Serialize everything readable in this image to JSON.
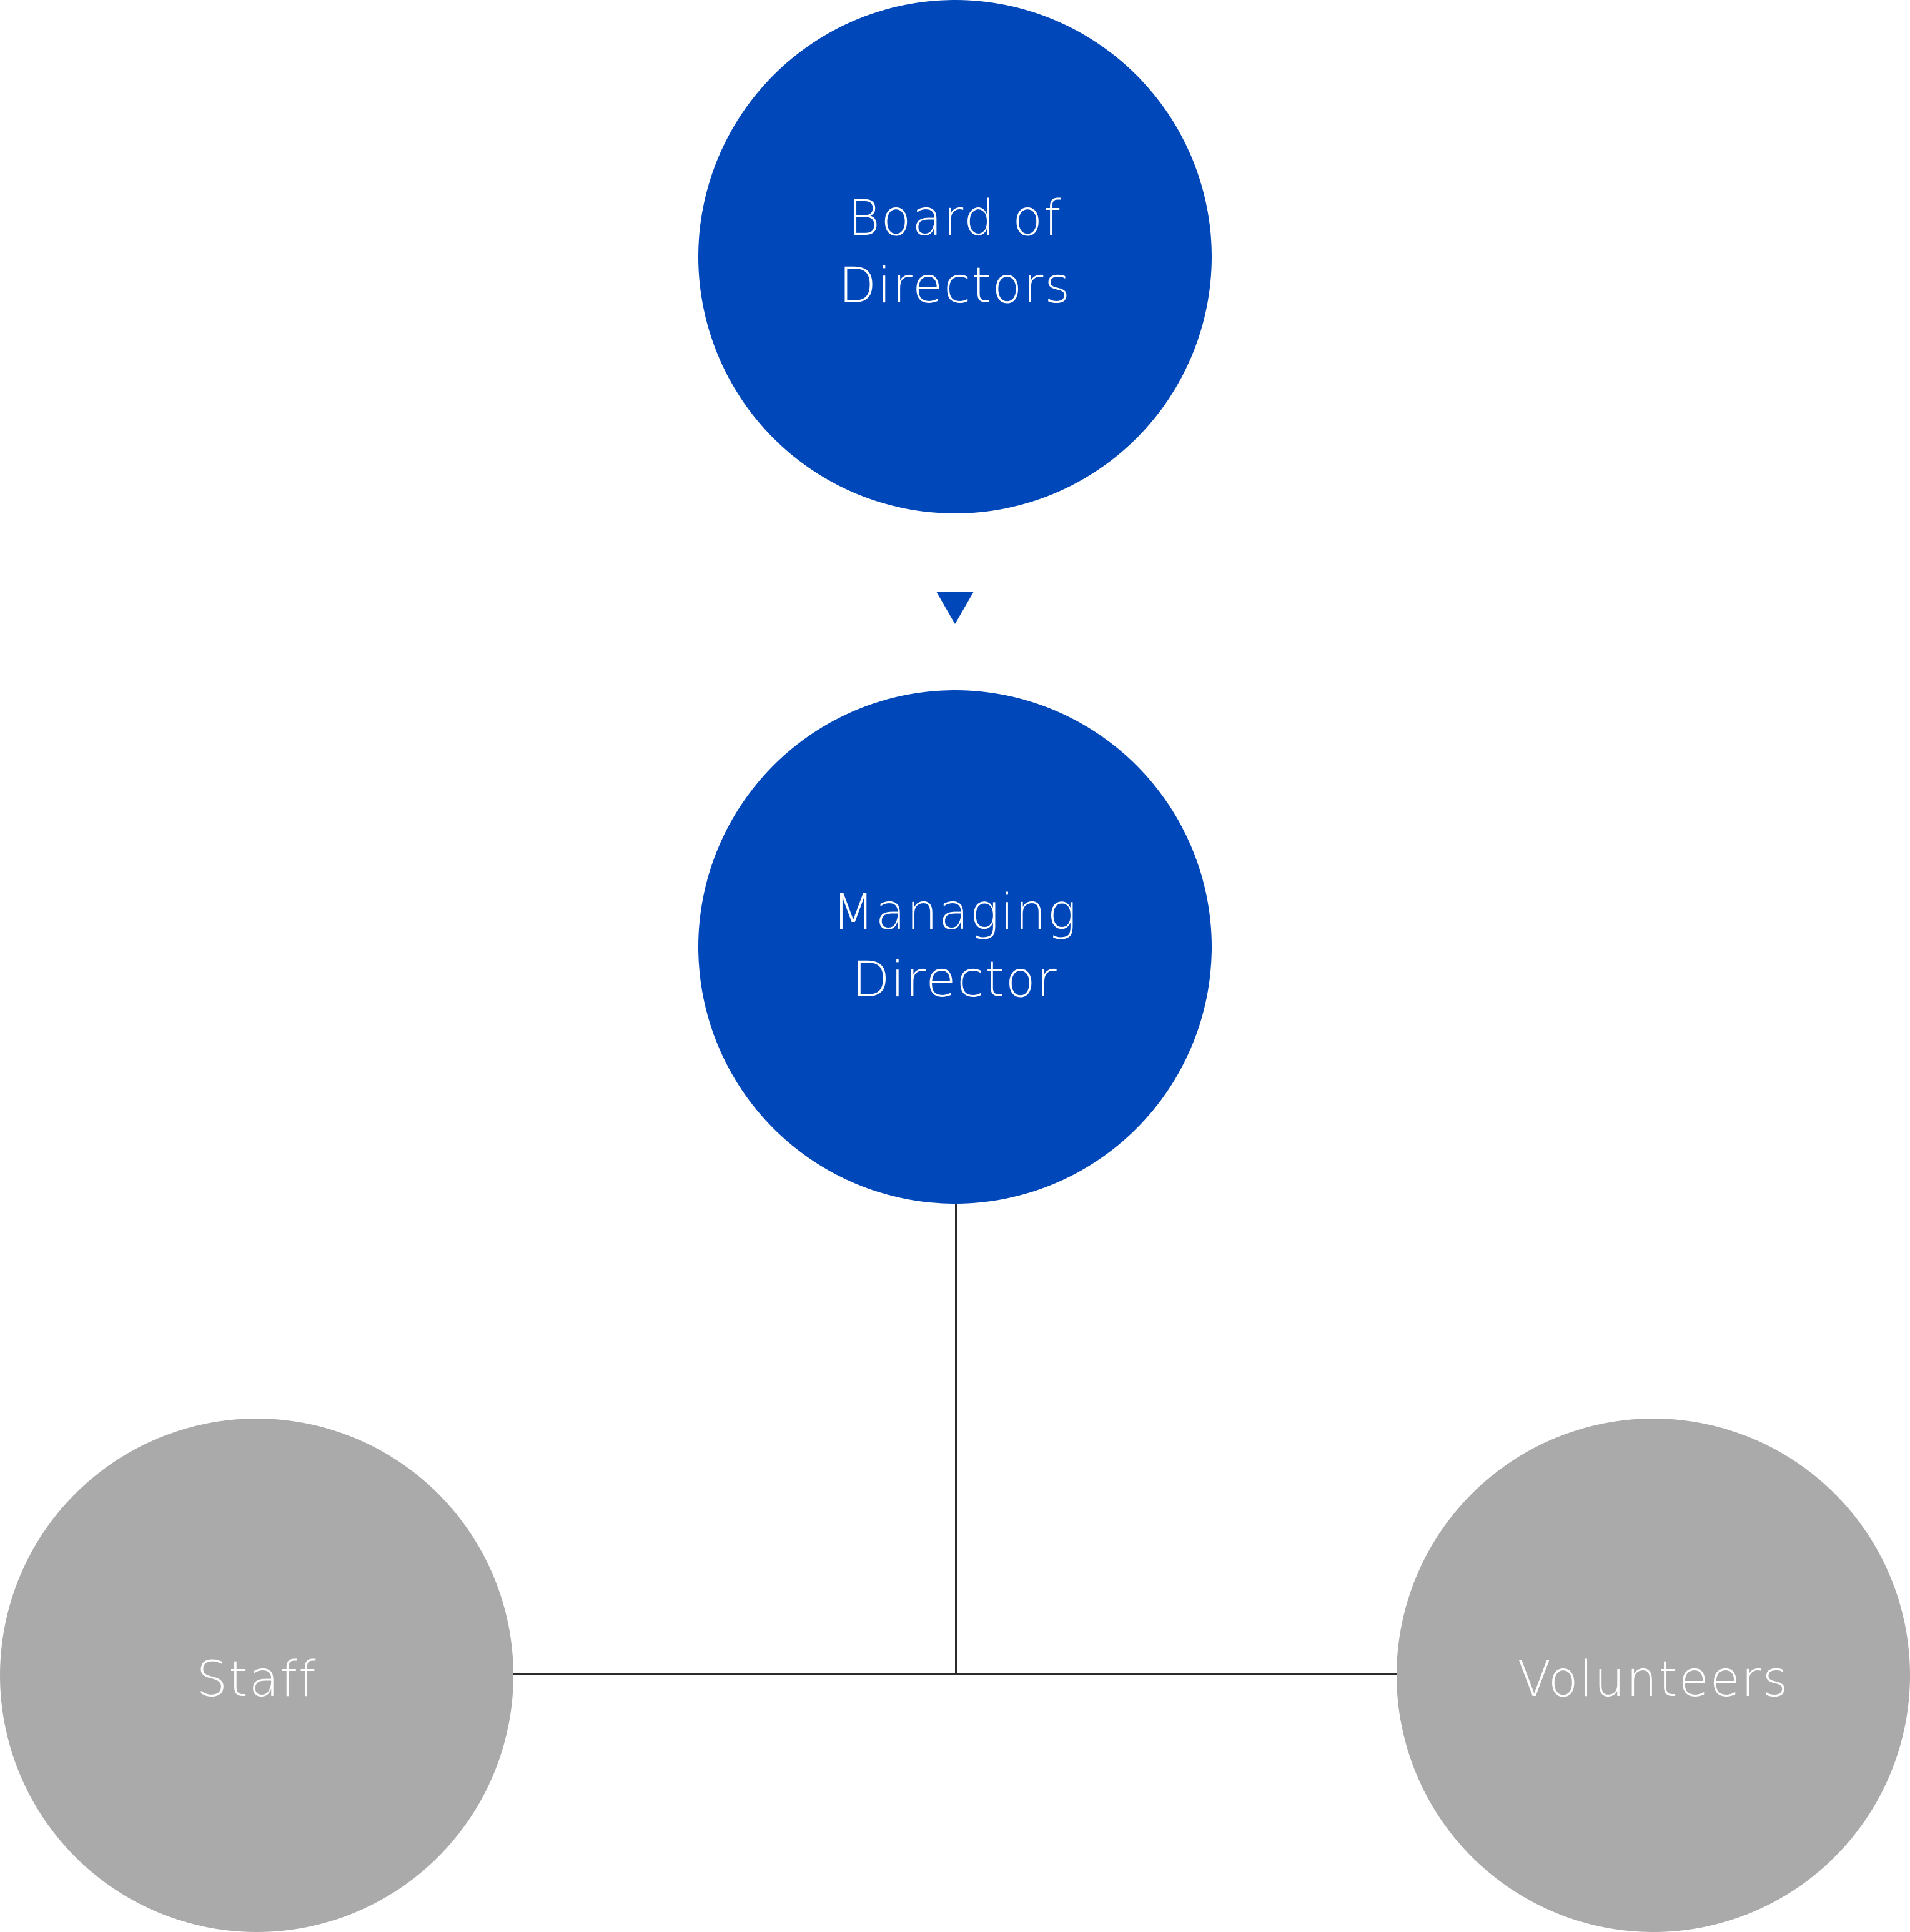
{
  "colors": {
    "primary_node": "#0047b9",
    "secondary_node": "#aaaaaa",
    "connector": "#2b2b2b",
    "label": "#ffffff",
    "background": "#ffffff"
  },
  "nodes": {
    "board": {
      "label": "Board of\nDirectors",
      "level": "primary"
    },
    "managing_director": {
      "label": "Managing\nDirector",
      "level": "primary"
    },
    "staff": {
      "label": "Staff",
      "level": "secondary"
    },
    "volunteers": {
      "label": "Volunteers",
      "level": "secondary"
    }
  },
  "edges": [
    {
      "from": "board",
      "to": "managing_director",
      "style": "arrow"
    },
    {
      "from": "managing_director",
      "to": "staff",
      "style": "line"
    },
    {
      "from": "managing_director",
      "to": "volunteers",
      "style": "line"
    }
  ]
}
